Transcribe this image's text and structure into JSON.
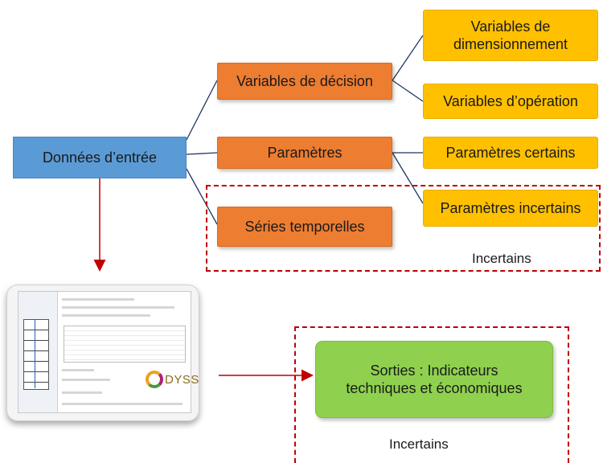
{
  "input": {
    "label": "Données d’entrée"
  },
  "branches": {
    "decision": "Variables de décision",
    "parametres": "Paramètres",
    "series": "Séries temporelles"
  },
  "leaves": {
    "dimensionnement": "Variables de dimensionnement",
    "operation": "Variables d’opération",
    "certains": "Paramètres certains",
    "incertains": "Paramètres incertains"
  },
  "uncertain_top": {
    "label": "Incertains"
  },
  "software": {
    "logo_text": "DYSSEY"
  },
  "output": {
    "label": "Sorties : Indicateurs techniques et économiques"
  },
  "uncertain_bottom": {
    "label": "Incertains"
  },
  "colors": {
    "input": "#5b9bd5",
    "branch": "#ed7d31",
    "leaf": "#ffc000",
    "output": "#8fd14f",
    "dashed_border": "#c00000",
    "arrow": "#c00000",
    "connector": "#1f3864"
  }
}
